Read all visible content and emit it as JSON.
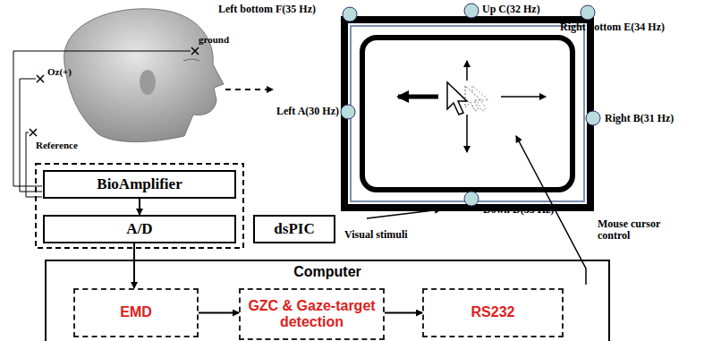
{
  "diagram": {
    "nodes": [
      {
        "text": [
          "BioAmplifier"
        ]
      },
      {
        "text": [
          "A/D"
        ]
      },
      {
        "text": [
          "dsPIC"
        ]
      },
      {
        "text": [
          "Computer"
        ]
      },
      {
        "text": [
          "EMD"
        ],
        "in": 3
      },
      {
        "text": [
          "GZC & Gaze-target detection"
        ],
        "in": 3
      },
      {
        "text": [
          "RS232"
        ],
        "in": 3
      }
    ],
    "edges": [
      {
        "from": 0,
        "to": 1,
        "arrow": "to"
      },
      {
        "from": 1,
        "to": 4,
        "arrow": "to"
      },
      {
        "from": 4,
        "to": 5,
        "arrow": "to"
      },
      {
        "from": 5,
        "to": 6,
        "arrow": "to"
      }
    ],
    "labels": [
      "ground",
      "Oz(+)",
      "Reference",
      "Left bottom F(35 Hz)",
      "Up C(32 Hz)",
      "Right bottom E(34 Hz)",
      "Left A(30 Hz)",
      "Right B(31 Hz)",
      "Down D(33 Hz)",
      "Visual stimuli",
      "Mouse cursor control"
    ]
  }
}
